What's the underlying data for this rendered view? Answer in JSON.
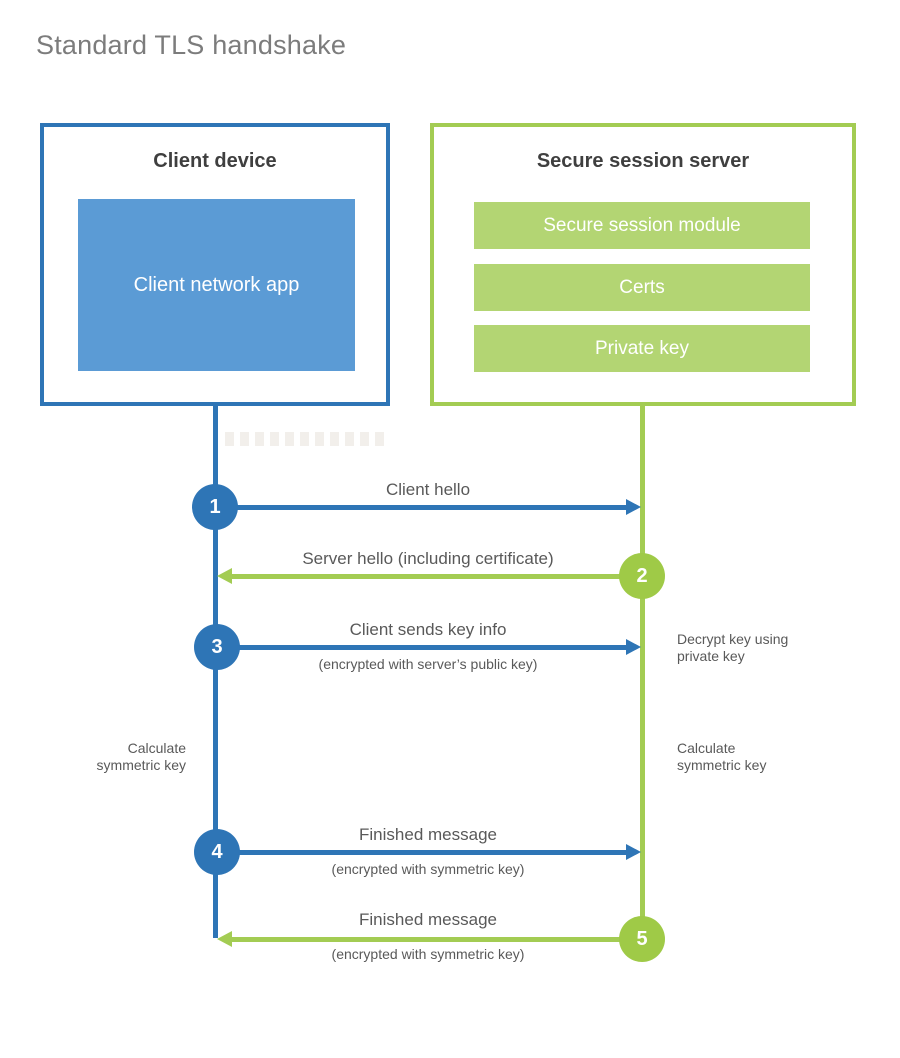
{
  "title": "Standard TLS handshake",
  "colors": {
    "blue": "#2e75b6",
    "blue_fill": "#5b9bd5",
    "green": "#a3cc53",
    "green_bar": "#b3d573",
    "green_circle": "#9fca47",
    "text_gray": "#595959",
    "heading_dark": "#3f3f3f",
    "title_gray": "#7c7c7c"
  },
  "client": {
    "title": "Client device",
    "app_label": "Client network app"
  },
  "server": {
    "title": "Secure session server",
    "modules": [
      "Secure session module",
      "Certs",
      "Private key"
    ]
  },
  "steps": [
    {
      "num": "1",
      "label": "Client hello",
      "sub": "",
      "direction": "right",
      "from": "client",
      "to": "server"
    },
    {
      "num": "2",
      "label": "Server hello (including certificate)",
      "sub": "",
      "direction": "left",
      "from": "server",
      "to": "client"
    },
    {
      "num": "3",
      "label": "Client sends key info",
      "sub": "(encrypted with server’s public key)",
      "direction": "right",
      "from": "client",
      "to": "server"
    },
    {
      "num": "4",
      "label": "Finished message",
      "sub": "(encrypted with symmetric key)",
      "direction": "right",
      "from": "client",
      "to": "server"
    },
    {
      "num": "5",
      "label": "Finished message",
      "sub": "(encrypted with symmetric key)",
      "direction": "left",
      "from": "server",
      "to": "client"
    }
  ],
  "side_notes": {
    "decrypt": "Decrypt key using private key",
    "calc_left": "Calculate symmetric key",
    "calc_right": "Calculate symmetric key"
  }
}
